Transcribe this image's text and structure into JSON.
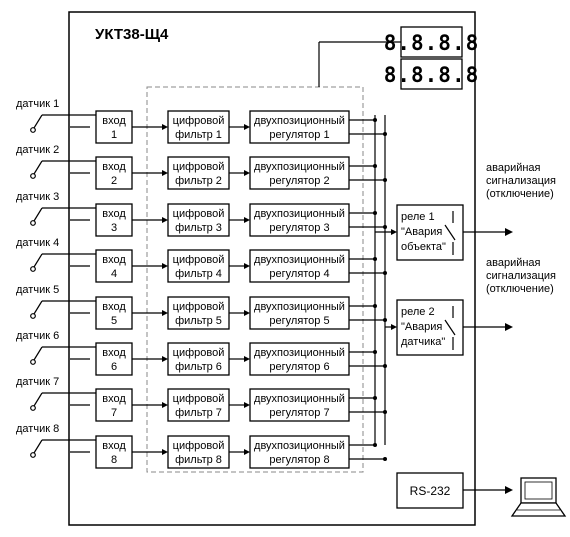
{
  "device_title": "УКТ38-Щ4",
  "display": {
    "top": "8.8.8.8",
    "bottom": "8.8.8.8"
  },
  "channels": [
    {
      "sensor": "датчик 1",
      "input": [
        "вход",
        "1"
      ],
      "filter": [
        "цифровой",
        "фильтр 1"
      ],
      "regulator": [
        "двухпозиционный",
        "регулятор 1"
      ]
    },
    {
      "sensor": "датчик 2",
      "input": [
        "вход",
        "2"
      ],
      "filter": [
        "цифровой",
        "фильтр 2"
      ],
      "regulator": [
        "двухпозиционный",
        "регулятор 2"
      ]
    },
    {
      "sensor": "датчик 3",
      "input": [
        "вход",
        "3"
      ],
      "filter": [
        "цифровой",
        "фильтр 3"
      ],
      "regulator": [
        "двухпозиционный",
        "регулятор 3"
      ]
    },
    {
      "sensor": "датчик 4",
      "input": [
        "вход",
        "4"
      ],
      "filter": [
        "цифровой",
        "фильтр 4"
      ],
      "regulator": [
        "двухпозиционный",
        "регулятор 4"
      ]
    },
    {
      "sensor": "датчик 5",
      "input": [
        "вход",
        "5"
      ],
      "filter": [
        "цифровой",
        "фильтр 5"
      ],
      "regulator": [
        "двухпозиционный",
        "регулятор 5"
      ]
    },
    {
      "sensor": "датчик 6",
      "input": [
        "вход",
        "6"
      ],
      "filter": [
        "цифровой",
        "фильтр 6"
      ],
      "regulator": [
        "двухпозиционный",
        "регулятор 6"
      ]
    },
    {
      "sensor": "датчик 7",
      "input": [
        "вход",
        "7"
      ],
      "filter": [
        "цифровой",
        "фильтр 7"
      ],
      "regulator": [
        "двухпозиционный",
        "регулятор 7"
      ]
    },
    {
      "sensor": "датчик 8",
      "input": [
        "вход",
        "8"
      ],
      "filter": [
        "цифровой",
        "фильтр 8"
      ],
      "regulator": [
        "двухпозиционный",
        "регулятор 8"
      ]
    }
  ],
  "relays": [
    {
      "lines": [
        "реле 1",
        "\"Авария",
        "объекта\""
      ],
      "output": [
        "аварийная",
        "сигнализация",
        "(отключение)"
      ]
    },
    {
      "lines": [
        "реле 2",
        "\"Авария",
        "датчика\""
      ],
      "output": [
        "аварийная",
        "сигнализация",
        "(отключение)"
      ]
    }
  ],
  "interface": "RS-232",
  "icons": {
    "sensor": "sensor-probe-icon",
    "relay": "relay-switch-icon",
    "computer": "laptop-icon"
  }
}
